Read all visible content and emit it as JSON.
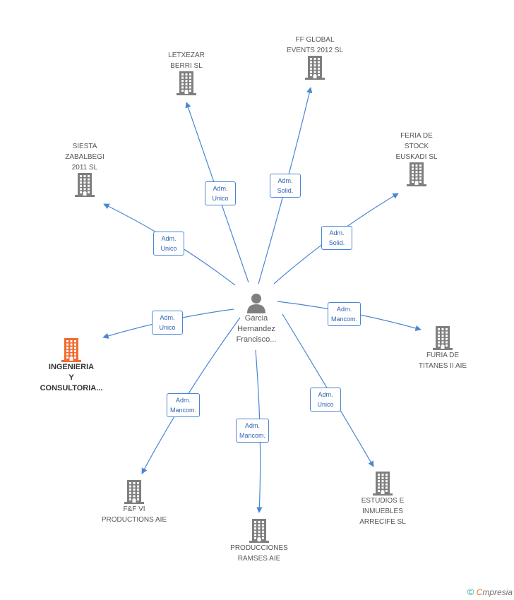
{
  "center": {
    "name": "Garcia\nHernandez\nFrancisco...",
    "icon": "person-icon"
  },
  "colors": {
    "line": "#4a86d4",
    "building": "#7f7f7f",
    "highlight": "#f26a2e"
  },
  "nodes": [
    {
      "id": "letxezar",
      "label": "LETXEZAR\nBERRI SL",
      "role": "Adm.\nUnico",
      "highlight": false
    },
    {
      "id": "ffglobal",
      "label": "FF GLOBAL\nEVENTS 2012 SL",
      "role": "Adm.\nSolid.",
      "highlight": false
    },
    {
      "id": "siesta",
      "label": "SIESTA\nZABALBEGI\n2011 SL",
      "role": "Adm.\nUnico",
      "highlight": false
    },
    {
      "id": "feria",
      "label": "FERIA DE\nSTOCK\nEUSKADI SL",
      "role": "Adm.\nSolid.",
      "highlight": false
    },
    {
      "id": "ingenieria",
      "label": "INGENIERIA\nY\nCONSULTORIA...",
      "role": "Adm.\nUnico",
      "highlight": true
    },
    {
      "id": "furia",
      "label": "FURIA DE\nTITANES II AIE",
      "role": "Adm.\nMancom.",
      "highlight": false
    },
    {
      "id": "ff6",
      "label": "F&F VI\nPRODUCTIONS AIE",
      "role": "Adm.\nMancom.",
      "highlight": false
    },
    {
      "id": "ramses",
      "label": "PRODUCCIONES\nRAMSES AIE",
      "role": "Adm.\nMancom.",
      "highlight": false
    },
    {
      "id": "estudios",
      "label": "ESTUDIOS E\nINMUEBLES\nARRECIFE SL",
      "role": "Adm.\nUnico",
      "highlight": false
    }
  ],
  "footer": {
    "copyright": "©",
    "brand_first": "C",
    "brand_rest": "mpresia"
  }
}
